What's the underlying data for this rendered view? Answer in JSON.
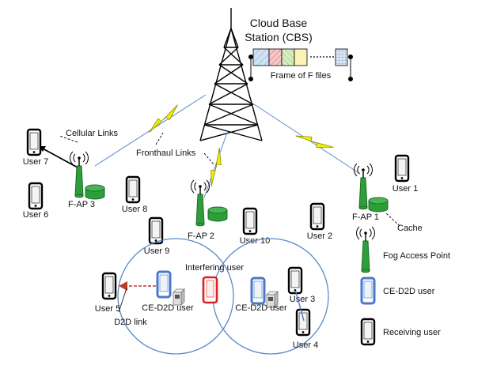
{
  "cbs": {
    "line1": "Cloud Base",
    "line2": "Station (CBS)"
  },
  "frame_label": "Frame of F files",
  "links": {
    "cellular": "Cellular Links",
    "fronthaul": "Fronthaul Links",
    "interfering": "Interfering user",
    "d2d": "D2D link",
    "cache": "Cache"
  },
  "faps": {
    "fap1": "F-AP 1",
    "fap2": "F-AP 2",
    "fap3": "F-AP 3"
  },
  "users": {
    "u1": "User 1",
    "u2": "User 2",
    "u3": "User 3",
    "u4": "User 4",
    "u5": "User 5",
    "u6": "User 6",
    "u7": "User 7",
    "u8": "User 8",
    "u9": "User 9",
    "u10": "User 10"
  },
  "cluster_labels": {
    "left": "CE-D2D user",
    "right": "CE-D2D user"
  },
  "legend": {
    "fog": "Fog Access Point",
    "ced2d": "CE-D2D user",
    "receiving": "Receiving user"
  },
  "colors": {
    "fog_green": "#2e9e3a",
    "lightning_yellow": "#f2f000",
    "ced2d_blue": "#4a78c8",
    "interfering_red": "#e02020",
    "d2d_arrow": "#c0392b",
    "circle_blue": "#5b8ac9",
    "frame_fills": [
      "#cfe3f5",
      "#f6c8c8",
      "#d9ecc4",
      "#fbf3b5",
      "#dde7f3"
    ]
  },
  "icons": [
    "tower-icon",
    "phone-icon",
    "fog-access-point-icon",
    "cache-disk-icon",
    "lightning-icon",
    "cache-box-icon"
  ]
}
